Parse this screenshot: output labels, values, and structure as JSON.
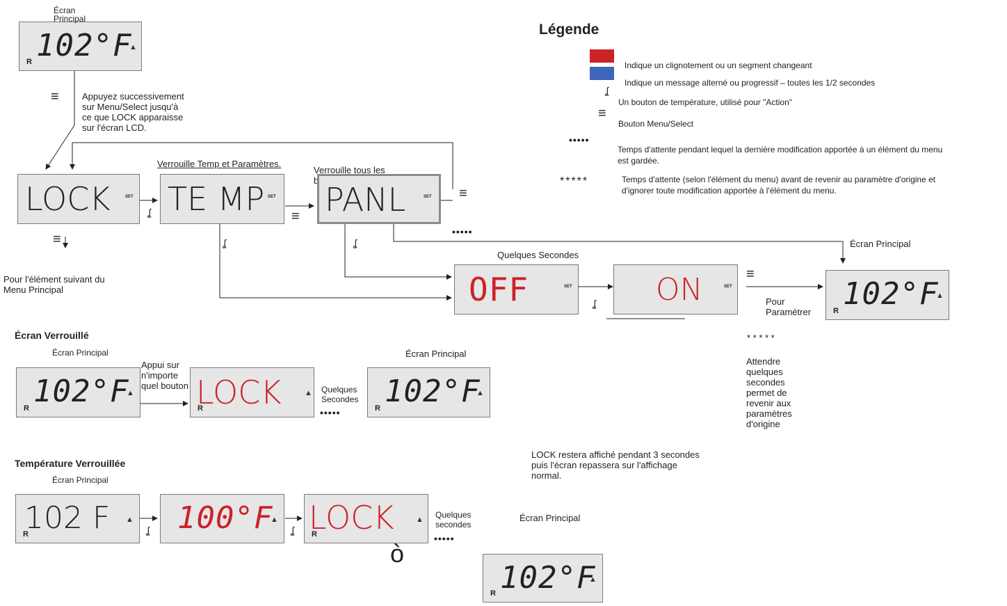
{
  "lcd": {
    "temp_main": "102°F",
    "temp_plain": "102 F",
    "temp_alt": "100°F",
    "lock": "LOCK",
    "lock_locked": "LOCK",
    "temp_word": "TE MP",
    "panl": "PANL",
    "off": "OFF",
    "on": "ON",
    "r_marker": "R",
    "set_marker": "SET"
  },
  "labels": {
    "ecran_principal_top": "Écran\nPrincipal",
    "instruction": "Appuyez successivement\nsur Menu/Select jusqu'à\nce que LOCK apparaisse\nsur l'écran LCD.",
    "verrouille_temp": "Verrouille Temp et Paramètres.",
    "verrouille_tous": "Verrouille tous les\nboutons de fonction.",
    "next_item": "Pour l'élément suivant du\nMenu Principal",
    "quelques_secondes": "Quelques Secondes",
    "ecran_principal": "Écran Principal",
    "pour_parametrer": "Pour\nParamétrer",
    "asterisks_small": "* * * * *",
    "attendre": "Attendre\nquelques\nsecondes\npermet de\nrevenir aux\nparamètres\nd'origine",
    "appui_sur": "Appui sur\nn'importe\nquel bouton",
    "quelques_secondes_2": "Quelques\nSecondes",
    "quelques_secondes_3": "Quelques\nsecondes",
    "lock_note": "LOCK restera affiché pendant 3 secondes\npuis l'écran repassera sur l'affichage\nnormal.",
    "stray_glyph": "ò"
  },
  "sections": {
    "ecran_verrouille": "Écran Verrouillé",
    "temperature_verrouillee": "Température Verrouillée"
  },
  "legend": {
    "title": "Légende",
    "items": [
      {
        "swatch": "#cc2228",
        "text": "Indique un clignotement ou un segment changeant"
      },
      {
        "swatch": "#3f66b9",
        "text": "Indique un message alterné ou progressif – toutes les 1/2 secondes"
      },
      {
        "icon": "temperature-button-icon",
        "text": "Un bouton de température, utilisé pour \"Action\""
      },
      {
        "icon": "menu-select-icon",
        "text": "Bouton Menu/Select"
      },
      {
        "marker": "•••••",
        "text": "Temps d'attente pendant lequel la dernière modification apportée à un élément du menu\nest gardée."
      },
      {
        "marker": "*****",
        "text": "Temps d'attente (selon l'élément du menu) avant de revenir au paramètre d'origine et\nd'ignorer toute modification apportée à l'élément du menu."
      }
    ]
  },
  "icons": {
    "menu": "≡",
    "temp": "ʆ",
    "dots": "•••••"
  },
  "colors": {
    "blink_red": "#cc2228",
    "alt_blue": "#3f66b9",
    "lcd_bg": "#e6e6e6"
  }
}
